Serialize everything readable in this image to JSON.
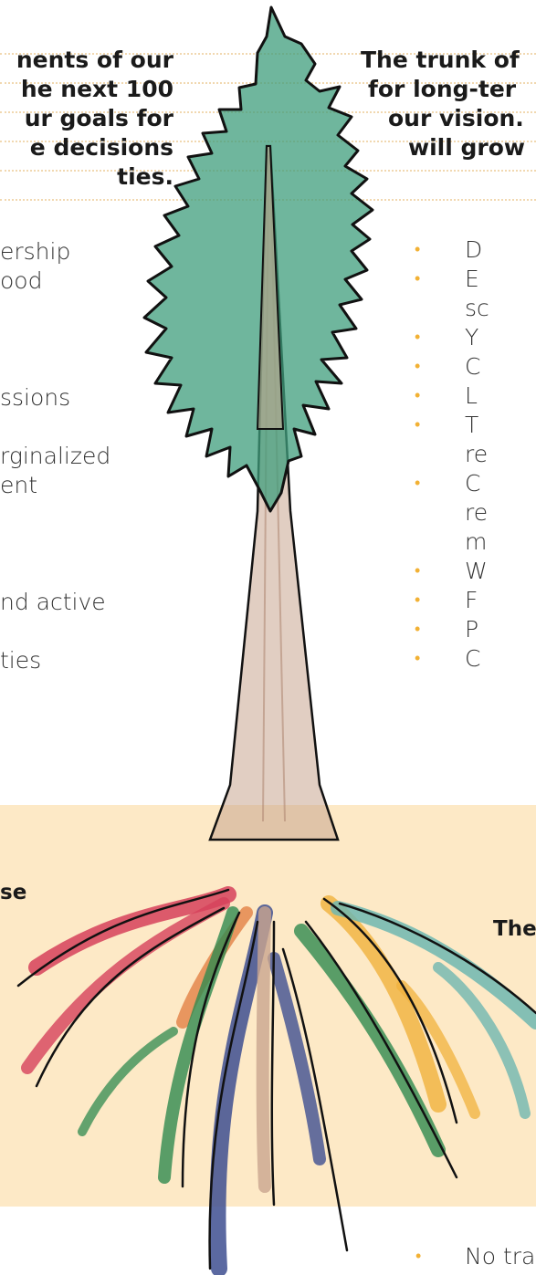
{
  "left_heading": {
    "lines": [
      "nents of our",
      "he next 100",
      "ur goals for",
      "e decisions",
      "ties."
    ]
  },
  "right_heading": {
    "lines": [
      "The trunk of",
      "for long-ter",
      "our vision.",
      "will grow"
    ]
  },
  "left_list": [
    "ership",
    "ood",
    "",
    "",
    "",
    "ssions",
    "",
    "rginalized",
    "ent",
    "",
    "",
    "",
    "nd active",
    "",
    "ties"
  ],
  "right_list": [
    "D",
    "E",
    "sc",
    "Y",
    "C",
    "L",
    "T",
    "re",
    "C",
    "re",
    "m",
    "W",
    "F",
    "P",
    "C"
  ],
  "root_label_left": "se",
  "root_label_right": "The",
  "bottom_item": "No tra",
  "colors": {
    "band": "#fde9c6",
    "bullet": "#f2b134",
    "foliage": "#3f9e7c",
    "trunk": "#c9a58f",
    "root_red": "#d6415b",
    "root_green": "#2f8a4f",
    "root_blue": "#3e4f91",
    "root_yellow": "#f0b23c",
    "root_teal": "#6fb7b0",
    "root_orange": "#e07a3c"
  }
}
